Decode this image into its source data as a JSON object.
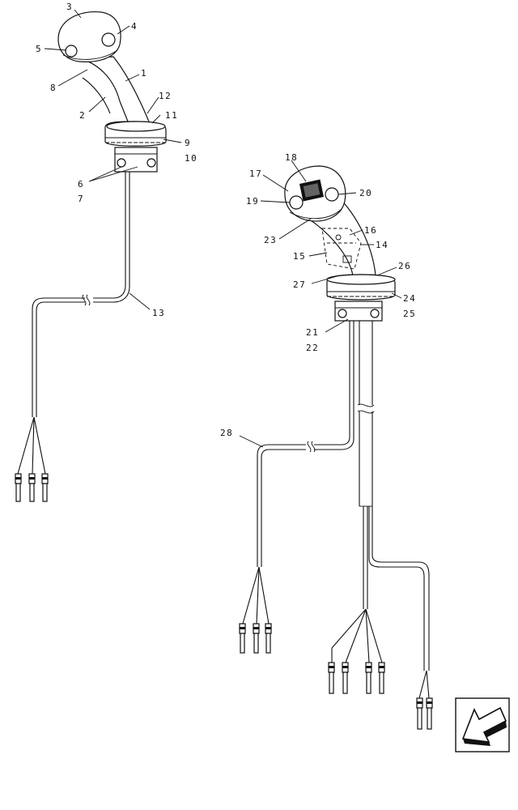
{
  "diagram": {
    "callouts": [
      {
        "id": "c1",
        "text": "1"
      },
      {
        "id": "c2",
        "text": "2"
      },
      {
        "id": "c3",
        "text": "3"
      },
      {
        "id": "c4",
        "text": "4"
      },
      {
        "id": "c5",
        "text": "5"
      },
      {
        "id": "c6",
        "text": "6"
      },
      {
        "id": "c7",
        "text": "7"
      },
      {
        "id": "c8",
        "text": "8"
      },
      {
        "id": "c9",
        "text": "9"
      },
      {
        "id": "c10",
        "text": "10"
      },
      {
        "id": "c11",
        "text": "11"
      },
      {
        "id": "c12",
        "text": "12"
      },
      {
        "id": "c13",
        "text": "13"
      },
      {
        "id": "c14",
        "text": "14"
      },
      {
        "id": "c15",
        "text": "15"
      },
      {
        "id": "c16",
        "text": "16"
      },
      {
        "id": "c17",
        "text": "17"
      },
      {
        "id": "c18",
        "text": "18"
      },
      {
        "id": "c19",
        "text": "19"
      },
      {
        "id": "c20",
        "text": "20"
      },
      {
        "id": "c21",
        "text": "21"
      },
      {
        "id": "c22",
        "text": "22"
      },
      {
        "id": "c23",
        "text": "23"
      },
      {
        "id": "c24",
        "text": "24"
      },
      {
        "id": "c25",
        "text": "25"
      },
      {
        "id": "c26",
        "text": "26"
      },
      {
        "id": "c27",
        "text": "27"
      },
      {
        "id": "c28",
        "text": "28"
      }
    ],
    "nav_icon": "arrow-bottom-left-icon",
    "line_color": "#111111",
    "background": "#ffffff"
  }
}
